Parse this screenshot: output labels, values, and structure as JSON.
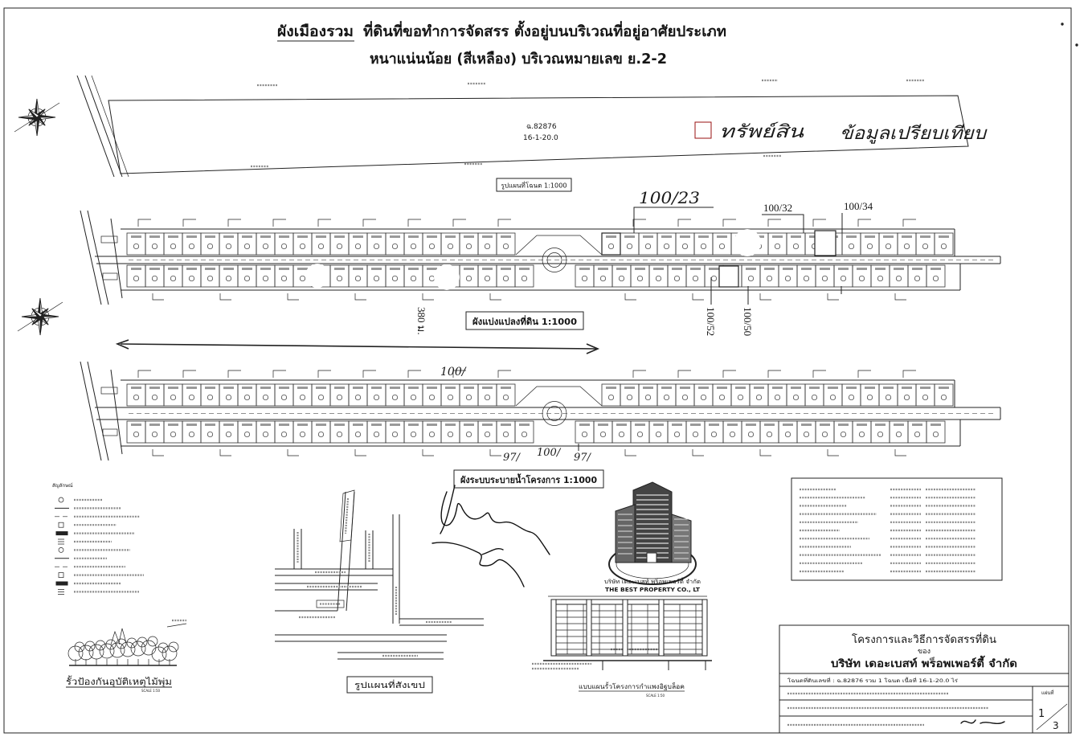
{
  "title": {
    "heading": "ผังเมืองรวม",
    "line1": "ที่ดินที่ขอทำการจัดสรร ตั้งอยู่บนบริเวณที่อยู่อาศัยประเภท",
    "line2": "หนาแน่นน้อย (สีเหลือง) บริเวณหมายเลข ย.2-2"
  },
  "deed_plan": {
    "deed_no": "ฉ.82876",
    "area": "16-1-20.0",
    "caption": "รูปแผนที่โฉนด 1:1000"
  },
  "legend_note": {
    "subject_color": "#e3262b",
    "subject_label": "ทรัพย์สิน",
    "comparable_label": "ข้อมูลเปรียบเทียบ"
  },
  "subdivision_plan": {
    "caption": "ผังแบ่งแปลงที่ดิน 1:1000",
    "length_label": "380 ม.",
    "subject_lot": "100/23",
    "comparables": [
      "100/32",
      "100/34",
      "100/52",
      "100/50"
    ],
    "annotation_color": "#c62828"
  },
  "drainage_plan": {
    "caption": "ผังระบบระบายน้ำโครงการ 1:1000",
    "notes": [
      "100/",
      "97/",
      "100/",
      "97/"
    ]
  },
  "symbols": {
    "heading": "สัญลักษณ์"
  },
  "hedge": {
    "caption": "รั้วป้องกันอุบัติเหตุไม้พุ่ม",
    "scale": "SCALE 1:50"
  },
  "location_map": {
    "caption": "รูปแผนที่สังเขป"
  },
  "company_logo": {
    "name_th": "บริษัท เดอะเบสท์ พร็อพเพอร์ตี้ จำกัด",
    "name_en": "THE BEST PROPERTY CO., LT"
  },
  "fence": {
    "caption": "แบบแผนรั้วโครงการกำแพงอิฐบล็อค",
    "scale": "SCALE 1:50"
  },
  "title_block": {
    "project": "โครงการและวิธีการจัดสรรที่ดิน",
    "of": "ของ",
    "company": "บริษัท เดอะเบสท์ พร็อพเพอร์ตี้ จำกัด",
    "deed_row": "โฉนดที่ดินเลขที่ : ฉ.82876 รวม 1 โฉนด เนื้อที่ 16-1-20.0 ไร่",
    "sheet_label": "แผ่นที่",
    "sheet": "1",
    "sheets_total": "3"
  }
}
